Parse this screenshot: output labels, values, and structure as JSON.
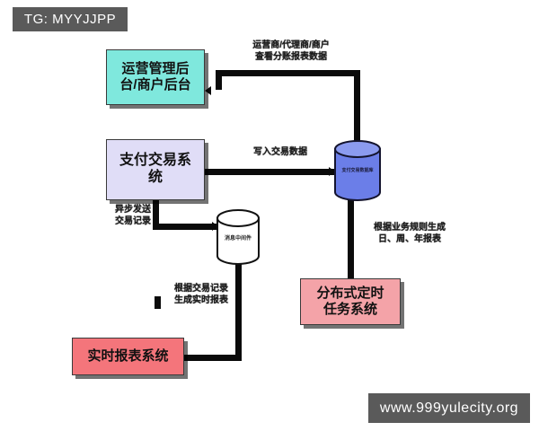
{
  "watermarks": {
    "tg_handle": "TG: MYYJJPP",
    "site": "www.999yulecity.org"
  },
  "diagram": {
    "type": "flowchart",
    "background": "#ffffff",
    "nodes": [
      {
        "id": "admin",
        "label": "运营管理后\n台/商户后台",
        "shape": "rect",
        "color": "#7fe8dd"
      },
      {
        "id": "payment",
        "label": "支付交易系\n统",
        "shape": "rect",
        "color": "#e0ddf7"
      },
      {
        "id": "paydb",
        "label": "支付交易数据库",
        "shape": "cylinder",
        "color": "#6b7ee8"
      },
      {
        "id": "mq",
        "label": "消息中间件",
        "shape": "cylinder",
        "color": "#ffffff"
      },
      {
        "id": "scheduler",
        "label": "分布式定时\n任务系统",
        "shape": "rect",
        "color": "#f4a3a8"
      },
      {
        "id": "realtime",
        "label": "实时报表系统",
        "shape": "rect",
        "color": "#f4757b"
      }
    ],
    "edges": [
      {
        "id": "view-report",
        "from": "paydb",
        "to": "admin",
        "label": "运营商/代理商/商户\n查看分账报表数据"
      },
      {
        "id": "write-txn",
        "from": "payment",
        "to": "paydb",
        "label": "写入交易数据"
      },
      {
        "id": "async-send",
        "from": "payment",
        "to": "mq",
        "label": "异步发送\n交易记录"
      },
      {
        "id": "gen-realtime",
        "from": "mq",
        "to": "realtime",
        "label": "根据交易记录\n生成实时报表"
      },
      {
        "id": "biz-rule",
        "from": "scheduler",
        "to": "paydb",
        "label": "根据业务规则生成\n日、周、年报表"
      }
    ]
  }
}
